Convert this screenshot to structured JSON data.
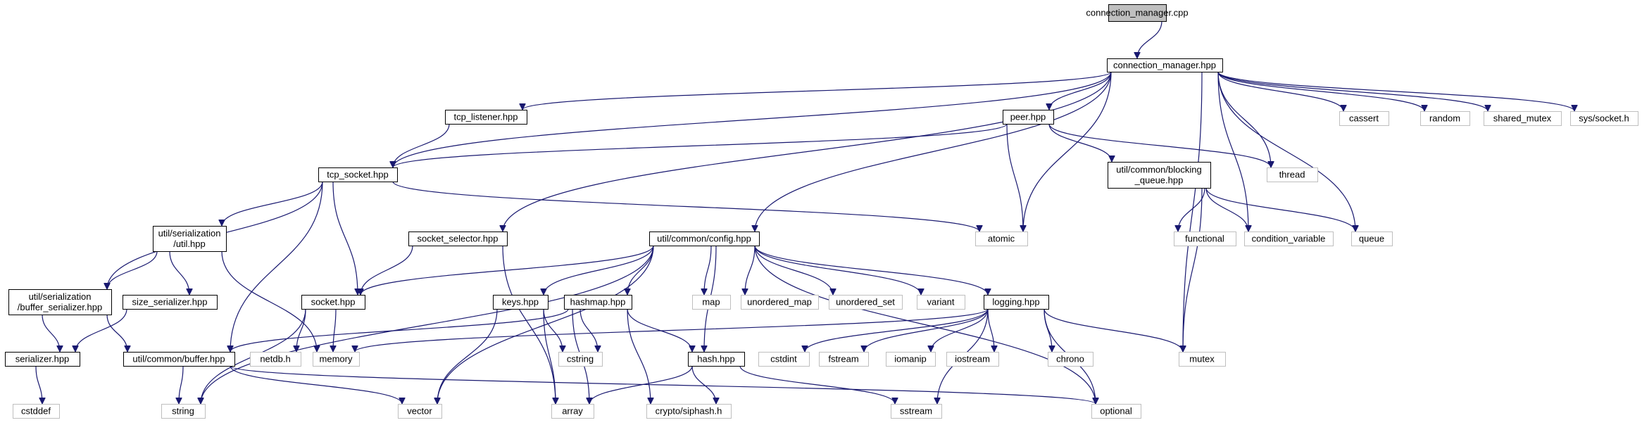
{
  "colors": {
    "edge": "#191970",
    "root_fill": "#bfbfbf",
    "local_border": "#000000",
    "system_border": "#bfbfbf"
  },
  "nodes": {
    "connection_manager_cpp": {
      "label": "connection_manager.cpp",
      "kind": "root"
    },
    "connection_manager_hpp": {
      "label": "connection_manager.hpp",
      "kind": "local"
    },
    "tcp_listener_hpp": {
      "label": "tcp_listener.hpp",
      "kind": "local"
    },
    "peer_hpp": {
      "label": "peer.hpp",
      "kind": "local"
    },
    "cassert": {
      "label": "cassert",
      "kind": "system"
    },
    "random": {
      "label": "random",
      "kind": "system"
    },
    "shared_mutex": {
      "label": "shared_mutex",
      "kind": "system"
    },
    "sys_socket_h": {
      "label": "sys/socket.h",
      "kind": "system"
    },
    "tcp_socket_hpp": {
      "label": "tcp_socket.hpp",
      "kind": "local"
    },
    "blocking_queue_hpp": {
      "label": [
        "util/common/blocking",
        "_queue.hpp"
      ],
      "kind": "local"
    },
    "thread": {
      "label": "thread",
      "kind": "system"
    },
    "util_hpp": {
      "label": [
        "util/serialization",
        "/util.hpp"
      ],
      "kind": "local"
    },
    "socket_selector_hpp": {
      "label": "socket_selector.hpp",
      "kind": "local"
    },
    "atomic": {
      "label": "atomic",
      "kind": "system"
    },
    "config_hpp": {
      "label": "util/common/config.hpp",
      "kind": "local"
    },
    "functional": {
      "label": "functional",
      "kind": "system"
    },
    "condition_variable": {
      "label": "condition_variable",
      "kind": "system"
    },
    "queue": {
      "label": "queue",
      "kind": "system"
    },
    "buffer_serializer_hpp": {
      "label": [
        "util/serialization",
        "/buffer_serializer.hpp"
      ],
      "kind": "local"
    },
    "size_serializer_hpp": {
      "label": "size_serializer.hpp",
      "kind": "local"
    },
    "socket_hpp": {
      "label": "socket.hpp",
      "kind": "local"
    },
    "keys_hpp": {
      "label": "keys.hpp",
      "kind": "local"
    },
    "hashmap_hpp": {
      "label": "hashmap.hpp",
      "kind": "local"
    },
    "map": {
      "label": "map",
      "kind": "system"
    },
    "unordered_map": {
      "label": "unordered_map",
      "kind": "system"
    },
    "unordered_set": {
      "label": "unordered_set",
      "kind": "system"
    },
    "variant": {
      "label": "variant",
      "kind": "system"
    },
    "logging_hpp": {
      "label": "logging.hpp",
      "kind": "local"
    },
    "serializer_hpp": {
      "label": "serializer.hpp",
      "kind": "local"
    },
    "buffer_hpp": {
      "label": "util/common/buffer.hpp",
      "kind": "local"
    },
    "netdb_h": {
      "label": "netdb.h",
      "kind": "system"
    },
    "memory": {
      "label": "memory",
      "kind": "system"
    },
    "cstring": {
      "label": "cstring",
      "kind": "system"
    },
    "hash_hpp": {
      "label": "hash.hpp",
      "kind": "local"
    },
    "cstdint": {
      "label": "cstdint",
      "kind": "system"
    },
    "fstream": {
      "label": "fstream",
      "kind": "system"
    },
    "iomanip": {
      "label": "iomanip",
      "kind": "system"
    },
    "iostream": {
      "label": "iostream",
      "kind": "system"
    },
    "chrono": {
      "label": "chrono",
      "kind": "system"
    },
    "mutex": {
      "label": "mutex",
      "kind": "system"
    },
    "cstddef": {
      "label": "cstddef",
      "kind": "system"
    },
    "string": {
      "label": "string",
      "kind": "system"
    },
    "vector": {
      "label": "vector",
      "kind": "system"
    },
    "array": {
      "label": "array",
      "kind": "system"
    },
    "siphash_h": {
      "label": "crypto/siphash.h",
      "kind": "system"
    },
    "sstream": {
      "label": "sstream",
      "kind": "system"
    },
    "optional": {
      "label": "optional",
      "kind": "system"
    }
  },
  "edges": [
    [
      "connection_manager_cpp",
      "connection_manager_hpp"
    ],
    [
      "connection_manager_hpp",
      "tcp_listener_hpp"
    ],
    [
      "connection_manager_hpp",
      "tcp_socket_hpp"
    ],
    [
      "connection_manager_hpp",
      "peer_hpp"
    ],
    [
      "connection_manager_hpp",
      "socket_selector_hpp"
    ],
    [
      "connection_manager_hpp",
      "config_hpp"
    ],
    [
      "connection_manager_hpp",
      "atomic"
    ],
    [
      "connection_manager_hpp",
      "thread"
    ],
    [
      "connection_manager_hpp",
      "condition_variable"
    ],
    [
      "connection_manager_hpp",
      "queue"
    ],
    [
      "connection_manager_hpp",
      "mutex"
    ],
    [
      "connection_manager_hpp",
      "cassert"
    ],
    [
      "connection_manager_hpp",
      "random"
    ],
    [
      "connection_manager_hpp",
      "shared_mutex"
    ],
    [
      "connection_manager_hpp",
      "sys_socket_h"
    ],
    [
      "tcp_listener_hpp",
      "tcp_socket_hpp"
    ],
    [
      "peer_hpp",
      "tcp_socket_hpp"
    ],
    [
      "peer_hpp",
      "blocking_queue_hpp"
    ],
    [
      "peer_hpp",
      "thread"
    ],
    [
      "peer_hpp",
      "atomic"
    ],
    [
      "blocking_queue_hpp",
      "functional"
    ],
    [
      "blocking_queue_hpp",
      "condition_variable"
    ],
    [
      "blocking_queue_hpp",
      "queue"
    ],
    [
      "blocking_queue_hpp",
      "mutex"
    ],
    [
      "tcp_socket_hpp",
      "util_hpp"
    ],
    [
      "tcp_socket_hpp",
      "buffer_serializer_hpp"
    ],
    [
      "tcp_socket_hpp",
      "socket_hpp"
    ],
    [
      "tcp_socket_hpp",
      "buffer_hpp"
    ],
    [
      "tcp_socket_hpp",
      "atomic"
    ],
    [
      "util_hpp",
      "buffer_serializer_hpp"
    ],
    [
      "util_hpp",
      "size_serializer_hpp"
    ],
    [
      "util_hpp",
      "memory"
    ],
    [
      "buffer_serializer_hpp",
      "serializer_hpp"
    ],
    [
      "buffer_serializer_hpp",
      "buffer_hpp"
    ],
    [
      "size_serializer_hpp",
      "serializer_hpp"
    ],
    [
      "serializer_hpp",
      "cstddef"
    ],
    [
      "socket_selector_hpp",
      "socket_hpp"
    ],
    [
      "socket_selector_hpp",
      "array"
    ],
    [
      "socket_hpp",
      "netdb_h"
    ],
    [
      "socket_hpp",
      "memory"
    ],
    [
      "socket_hpp",
      "string"
    ],
    [
      "config_hpp",
      "socket_hpp"
    ],
    [
      "config_hpp",
      "keys_hpp"
    ],
    [
      "config_hpp",
      "hashmap_hpp"
    ],
    [
      "config_hpp",
      "hash_hpp"
    ],
    [
      "config_hpp",
      "map"
    ],
    [
      "config_hpp",
      "unordered_map"
    ],
    [
      "config_hpp",
      "unordered_set"
    ],
    [
      "config_hpp",
      "variant"
    ],
    [
      "config_hpp",
      "logging_hpp"
    ],
    [
      "config_hpp",
      "optional"
    ],
    [
      "config_hpp",
      "vector"
    ],
    [
      "config_hpp",
      "string"
    ],
    [
      "keys_hpp",
      "cstring"
    ],
    [
      "keys_hpp",
      "array"
    ],
    [
      "keys_hpp",
      "vector"
    ],
    [
      "hashmap_hpp",
      "cstring"
    ],
    [
      "hashmap_hpp",
      "array"
    ],
    [
      "hashmap_hpp",
      "hash_hpp"
    ],
    [
      "hashmap_hpp",
      "siphash_h"
    ],
    [
      "hashmap_hpp",
      "buffer_hpp"
    ],
    [
      "hash_hpp",
      "array"
    ],
    [
      "hash_hpp",
      "siphash_h"
    ],
    [
      "hash_hpp",
      "sstream"
    ],
    [
      "logging_hpp",
      "memory"
    ],
    [
      "logging_hpp",
      "cstdint"
    ],
    [
      "logging_hpp",
      "fstream"
    ],
    [
      "logging_hpp",
      "iomanip"
    ],
    [
      "logging_hpp",
      "iostream"
    ],
    [
      "logging_hpp",
      "chrono"
    ],
    [
      "logging_hpp",
      "optional"
    ],
    [
      "logging_hpp",
      "sstream"
    ],
    [
      "logging_hpp",
      "mutex"
    ],
    [
      "buffer_hpp",
      "string"
    ],
    [
      "buffer_hpp",
      "vector"
    ],
    [
      "buffer_hpp",
      "optional"
    ]
  ]
}
